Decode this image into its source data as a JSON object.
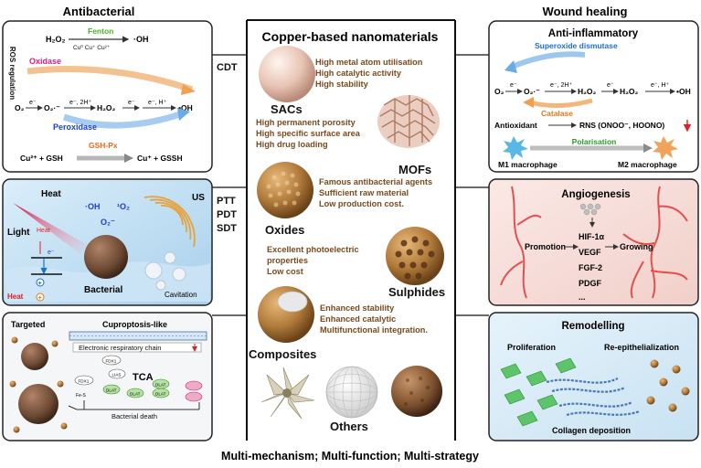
{
  "headers": {
    "left": "Antibacterial",
    "center": "Copper-based nanomaterials",
    "right": "Wound healing"
  },
  "footer": "Multi-mechanism; Multi-function; Multi-strategy",
  "mechanisms": [
    "CDT",
    "PTT",
    "PDT",
    "SDT"
  ],
  "panel_cdt": {
    "side_label": "ROS regulation",
    "h2o2": "H₂O₂",
    "fenton": "Fenton",
    "cu_states": "Cu⁰ Cu⁺ Cu²⁺",
    "oh": "·OH",
    "oxidase": "Oxidase",
    "peroxidase": "Peroxidase",
    "o2": "O₂",
    "e": "e⁻",
    "o2_radical": "O₂·⁻",
    "e_2h": "e⁻, 2H⁺",
    "h2o2_b": "H₂O₂",
    "e_h": "e⁻, H⁺",
    "oh_b": "•OH",
    "gsh_px": "GSH-Px",
    "cu2_gsh": "Cu²⁺ + GSH",
    "cu_gssh": "Cu⁺ + GSSH"
  },
  "panel_ptt": {
    "heat": "Heat",
    "oh": "·OH",
    "singlet": "¹O₂",
    "us": "US",
    "light": "Light",
    "heat_small": "Heat",
    "o2m": "O₂⁻",
    "e": "e⁻",
    "bacterial": "Bacterial",
    "heat_bottom": "Heat",
    "cavitation": "Cavitation",
    "plus": "+"
  },
  "panel_targeted": {
    "targeted": "Targeted",
    "cuproptosis": "Cuproptosis-like",
    "etc": "Electronic respiratory chain",
    "tca": "TCA",
    "fdx1": "FDX1",
    "lias": "LIAS",
    "dlat": "DLAT",
    "fes": "Fe-S",
    "death": "Bacterial death"
  },
  "materials": [
    {
      "name": "SACs",
      "props": [
        "High metal atom utilisation",
        "High catalytic activity",
        "High stability"
      ]
    },
    {
      "name": "MOFs",
      "props": [
        "High permanent porosity",
        "High specific surface area",
        "High drug loading"
      ]
    },
    {
      "name": "Oxides",
      "props": [
        "Famous antibacterial agents",
        "Sufficient raw material",
        "Low production cost."
      ]
    },
    {
      "name": "Sulphides",
      "props": [
        "Excellent photoelectric",
        "properties",
        "Low cost"
      ]
    },
    {
      "name": "Composites",
      "props": [
        "Enhanced stability",
        "Enhanced catalytic",
        "Multifunctional integration."
      ]
    },
    {
      "name": "Others",
      "props": []
    }
  ],
  "panel_inflam": {
    "title": "Anti-inflammatory",
    "sod": "Superoxide dismutase",
    "o2": "O₂",
    "e": "e⁻",
    "o2r": "O₂·⁻",
    "e2h": "e⁻, 2H⁺",
    "h2o2": "H₂O₂",
    "eh": "e⁻, H⁺",
    "oh": "•OH",
    "catalase": "Catalase",
    "antioxidant": "Antioxidant",
    "rns": "RNS (ONOO⁻, HOONO)",
    "polarisation": "Polarisation",
    "m1": "M1 macrophage",
    "m2": "M2 macrophage"
  },
  "panel_angio": {
    "title": "Angiogenesis",
    "promotion": "Promotion",
    "growing": "Growing",
    "factors": [
      "HIF-1α",
      "VEGF",
      "FGF-2",
      "PDGF",
      "..."
    ]
  },
  "panel_remod": {
    "title": "Remodelling",
    "proliferation": "Proliferation",
    "reepi": "Re-epithelialization",
    "collagen": "Collagen deposition"
  },
  "colors": {
    "fenton": "#4caf2a",
    "oxidase": "#e0197d",
    "peroxidase": "#1a3fd6",
    "gshpx": "#e86a1a",
    "sod": "#1a6fd6",
    "catalase": "#e8761a",
    "polarisation": "#2a9a2a",
    "copper": "#b07a3a",
    "text_brown": "#7a4a1e"
  }
}
